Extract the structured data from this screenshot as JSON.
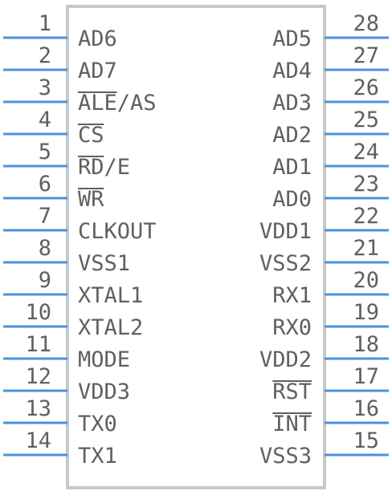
{
  "component": {
    "left_pins": [
      {
        "number": "1",
        "name": "AD6",
        "overbar": ""
      },
      {
        "number": "2",
        "name": "AD7",
        "overbar": ""
      },
      {
        "number": "3",
        "name": "ALE/AS",
        "overbar": "ALE"
      },
      {
        "number": "4",
        "name": "CS",
        "overbar": "CS"
      },
      {
        "number": "5",
        "name": "RD/E",
        "overbar": "RD"
      },
      {
        "number": "6",
        "name": "WR",
        "overbar": "WR"
      },
      {
        "number": "7",
        "name": "CLKOUT",
        "overbar": ""
      },
      {
        "number": "8",
        "name": "VSS1",
        "overbar": ""
      },
      {
        "number": "9",
        "name": "XTAL1",
        "overbar": ""
      },
      {
        "number": "10",
        "name": "XTAL2",
        "overbar": ""
      },
      {
        "number": "11",
        "name": "MODE",
        "overbar": ""
      },
      {
        "number": "12",
        "name": "VDD3",
        "overbar": ""
      },
      {
        "number": "13",
        "name": "TX0",
        "overbar": ""
      },
      {
        "number": "14",
        "name": "TX1",
        "overbar": ""
      }
    ],
    "right_pins": [
      {
        "number": "28",
        "name": "AD5",
        "overbar": ""
      },
      {
        "number": "27",
        "name": "AD4",
        "overbar": ""
      },
      {
        "number": "26",
        "name": "AD3",
        "overbar": ""
      },
      {
        "number": "25",
        "name": "AD2",
        "overbar": ""
      },
      {
        "number": "24",
        "name": "AD1",
        "overbar": ""
      },
      {
        "number": "23",
        "name": "AD0",
        "overbar": ""
      },
      {
        "number": "22",
        "name": "VDD1",
        "overbar": ""
      },
      {
        "number": "21",
        "name": "VSS2",
        "overbar": ""
      },
      {
        "number": "20",
        "name": "RX1",
        "overbar": ""
      },
      {
        "number": "19",
        "name": "RX0",
        "overbar": ""
      },
      {
        "number": "18",
        "name": "VDD2",
        "overbar": ""
      },
      {
        "number": "17",
        "name": "RST",
        "overbar": "RST"
      },
      {
        "number": "16",
        "name": "INT",
        "overbar": "INT"
      },
      {
        "number": "15",
        "name": "VSS3",
        "overbar": ""
      }
    ],
    "colors": {
      "pin_line": "#4a90e2",
      "body_outline": "#c8c8c8",
      "text": "#606060"
    }
  }
}
